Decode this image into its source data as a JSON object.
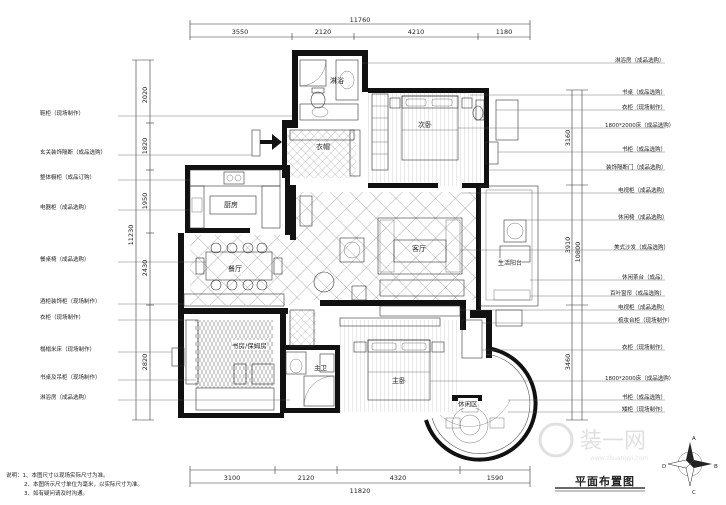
{
  "title": "平面布置图",
  "dimensions": {
    "top_total": "11760",
    "top_segments": [
      "3550",
      "2120",
      "4210",
      "1180"
    ],
    "bottom_total": "11820",
    "bottom_segments": [
      "3100",
      "2120",
      "4320",
      "1590"
    ],
    "left_segments": [
      "2020",
      "1820",
      "1950",
      "2430",
      "2820"
    ],
    "left_total": "11230",
    "right_segments": [
      "3160",
      "3910",
      "3460"
    ],
    "right_total": "10800"
  },
  "rooms": {
    "bath_top": "淋浴",
    "bedroom_top": "次卧",
    "cloak": "衣帽",
    "kitchen": "厨房",
    "living": "客厅",
    "dining": "餐厅",
    "balcony": "生活阳台",
    "study": "书房/保姆房",
    "master": "主卧",
    "bath_master": "主卫",
    "leisure": "休闲区"
  },
  "left_labels": [
    "鞋柜（现场制作）",
    "玄关装饰隔断（成品选购）",
    "整体橱柜（成品订购）",
    "电器柜（成品选购）",
    "餐桌椅（成品选购）",
    "酒柜装饰柜（现场制作）",
    "衣柜（现场制作）",
    "榻榻米床（现场制作）",
    "书桌及吊柜（现场制作）",
    "淋浴房（成品选购）"
  ],
  "right_labels": [
    "淋浴房（成品选购）",
    "书桌（成品选购）",
    "衣柜（现场制作）",
    "1800*2000床（成品选购）",
    "书柜（成品选购）",
    "装饰隔断门（成品选购）",
    "电视柜（成品选购）",
    "休闲椅（成品选购）",
    "美式沙发（成品选购）",
    "休闲茶台（成品）",
    "百叶窗帘（成品选购）",
    "电视柜（成品选购）",
    "梳妆台柜（现场制作）",
    "衣柜（现场制作）",
    "1800*2000床（成品选购）",
    "书柜（成品选购）",
    "矮柜（现场制作）"
  ],
  "notes": [
    "说明：1、本图尺寸以现场实际尺寸为准。",
    "2、本图所示尺寸单位为毫米，以实际尺寸为准。",
    "3、如有疑问请及时沟通。"
  ],
  "compass": [
    "A",
    "B",
    "C",
    "D"
  ],
  "watermark": {
    "text": "装一网",
    "url": "www.zhuangyi.com"
  }
}
